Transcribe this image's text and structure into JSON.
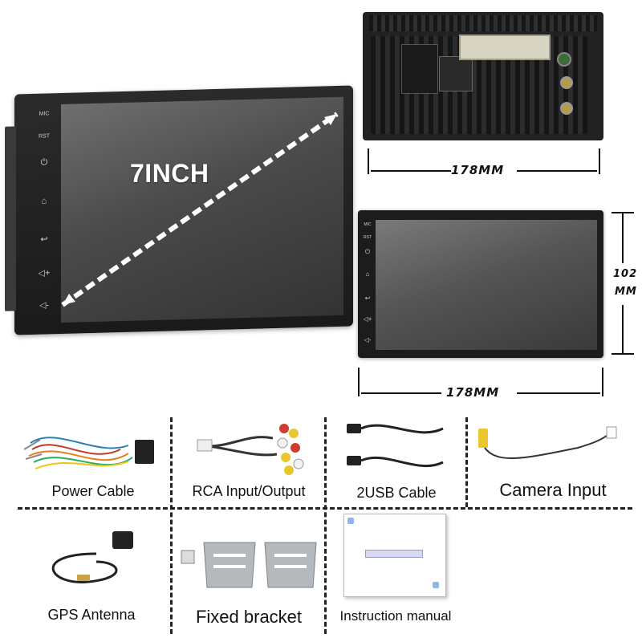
{
  "main_unit": {
    "size_label": "7INCH",
    "buttons": [
      {
        "icon": "mic-label",
        "text": "MIC"
      },
      {
        "icon": "rst-label",
        "text": "RST"
      },
      {
        "icon": "power-icon",
        "glyph": "⏻"
      },
      {
        "icon": "home-icon",
        "glyph": "⌂"
      },
      {
        "icon": "back-icon",
        "glyph": "↩"
      },
      {
        "icon": "volume-up-icon",
        "glyph": "◁+"
      },
      {
        "icon": "volume-down-icon",
        "glyph": "◁-"
      }
    ]
  },
  "rear_unit": {
    "width_label": "178MM"
  },
  "front_unit": {
    "height_label_line1": "102",
    "height_label_line2": "MM",
    "width_label": "178MM",
    "buttons": [
      {
        "icon": "mic-label",
        "text": "MIC"
      },
      {
        "icon": "rst-label",
        "text": "RST"
      },
      {
        "icon": "power-icon",
        "glyph": "⏻"
      },
      {
        "icon": "home-icon",
        "glyph": "⌂"
      },
      {
        "icon": "back-icon",
        "glyph": "↩"
      },
      {
        "icon": "volume-up-icon",
        "glyph": "◁+"
      },
      {
        "icon": "volume-down-icon",
        "glyph": "◁-"
      }
    ]
  },
  "accessories": {
    "row1": [
      {
        "label": "Power Cable"
      },
      {
        "label": "RCA Input/Output"
      },
      {
        "label": "2USB  Cable"
      },
      {
        "label": "Camera  Input"
      }
    ],
    "row2": [
      {
        "label": "GPS  Antenna"
      },
      {
        "label": "Fixed bracket"
      },
      {
        "label": "Instruction manual"
      }
    ]
  },
  "colors": {
    "unit_body": "#1c1c1c",
    "screen": "#555555",
    "dashed_diagonal": "#ffffff",
    "cable_red": "#d23a2f",
    "cable_yellow": "#e8c72e",
    "cable_white": "#f2f2f2"
  }
}
